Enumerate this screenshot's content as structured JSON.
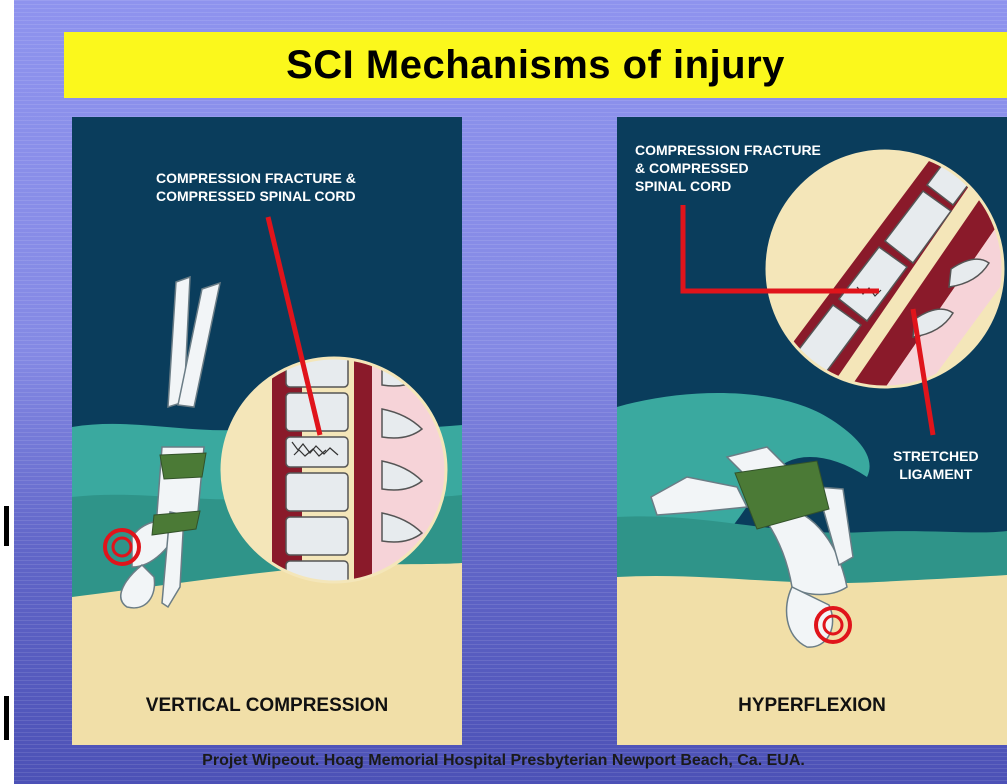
{
  "slide": {
    "title": "SCI Mechanisms of injury",
    "credit": "Projet Wipeout. Hoag Memorial Hospital Presbyterian Newport Beach, Ca. EUA.",
    "colors": {
      "title_banner": "#fbf81c",
      "panel_water": "#0a3d5c",
      "wave": "#3aa99f",
      "sand": "#f1dfa8",
      "highlight_line": "#e0141b",
      "bone": "#e7ebee",
      "cord": "#8a1a2a"
    }
  },
  "panels": [
    {
      "label": "VERTICAL COMPRESSION",
      "callout_lines": [
        "COMPRESSION FRACTURE &",
        "COMPRESSED SPINAL CORD"
      ]
    },
    {
      "label": "HYPERFLEXION",
      "callout_lines": [
        "COMPRESSION FRACTURE",
        "& COMPRESSED",
        "SPINAL CORD"
      ],
      "secondary_callout_lines": [
        "STRETCHED",
        "LIGAMENT"
      ]
    }
  ]
}
